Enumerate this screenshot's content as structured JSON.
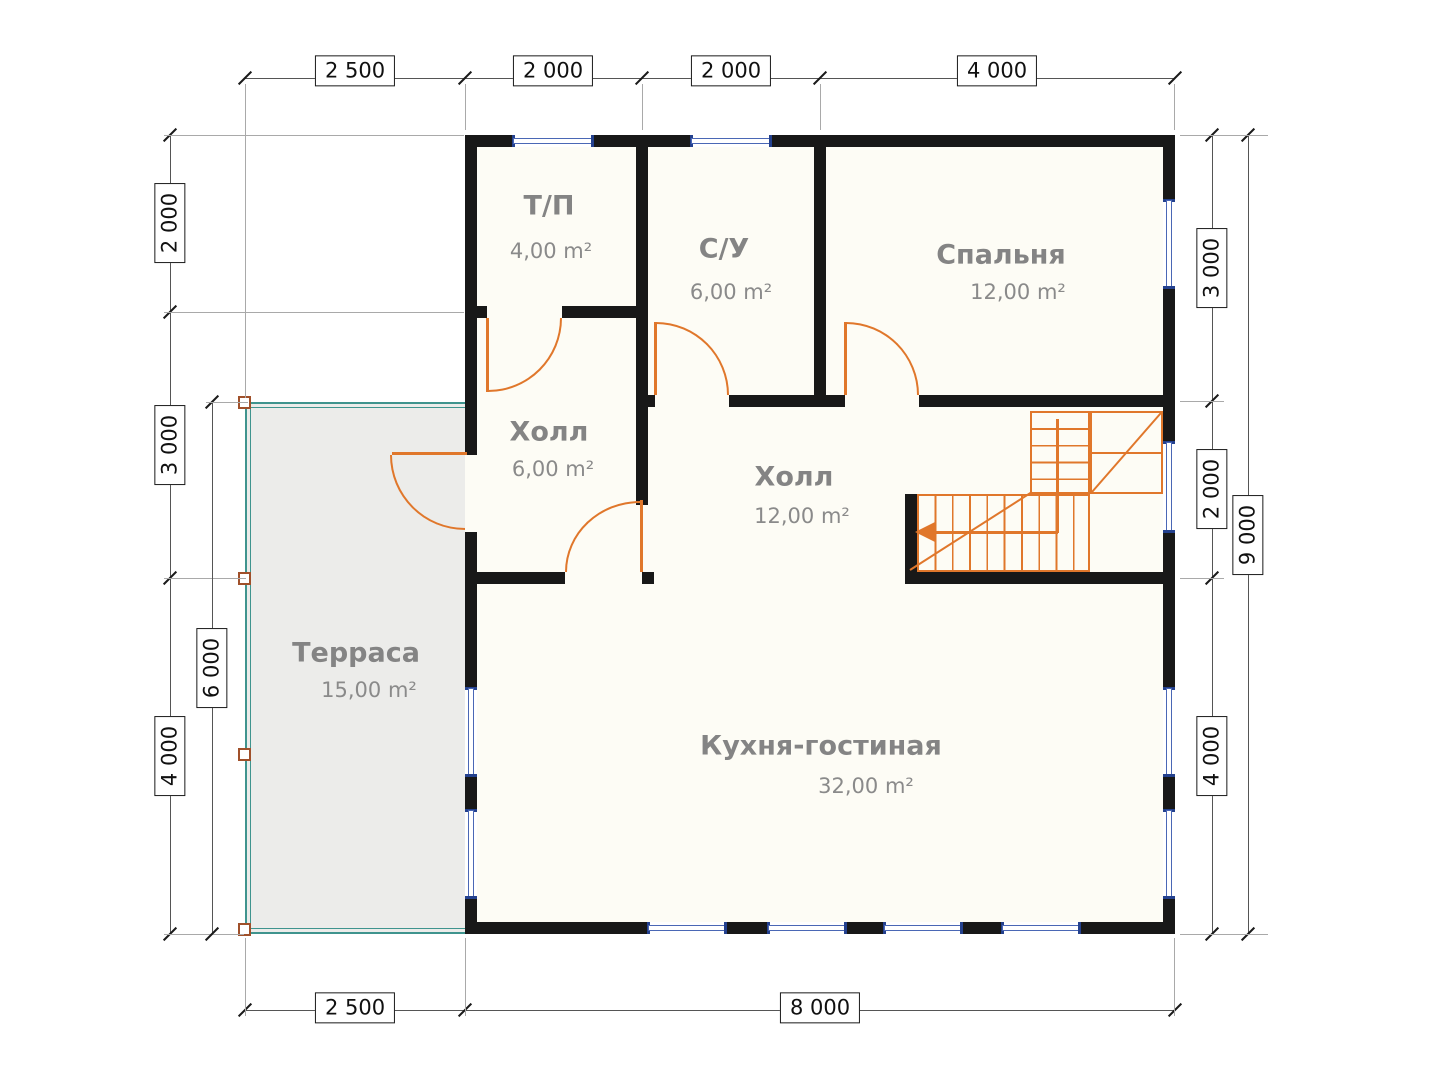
{
  "rooms": {
    "tp": {
      "name": "Т/П",
      "area": "4,00 m²"
    },
    "su": {
      "name": "С/У",
      "area": "6,00 m²"
    },
    "bedroom": {
      "name": "Спальня",
      "area": "12,00 m²"
    },
    "hall_small": {
      "name": "Холл",
      "area": "6,00 m²"
    },
    "hall_large": {
      "name": "Холл",
      "area": "12,00 m²"
    },
    "terrace": {
      "name": "Терраса",
      "area": "15,00 m²"
    },
    "kitchen_living": {
      "name": "Кухня-гостиная",
      "area": "32,00 m²"
    }
  },
  "dims": {
    "top": [
      "2 500",
      "2 000",
      "2 000",
      "4 000"
    ],
    "bottom": [
      "2 500",
      "8 000"
    ],
    "left_outer": [
      "2 000",
      "3 000",
      "4 000"
    ],
    "left_inner": [
      "6 000"
    ],
    "right_inner": [
      "3 000",
      "2 000",
      "4 000"
    ],
    "right_outer": [
      "9 000"
    ]
  },
  "colors": {
    "wall": "#181818",
    "door": "#e0772b",
    "window_frame": "#4a67b5",
    "window_end": "#24418e",
    "terrace_edge": "#3f948e",
    "post": "#a0502a",
    "room_label": "#848484",
    "floor_fill": "#fdfcf5",
    "terrace_fill": "#ececea"
  }
}
